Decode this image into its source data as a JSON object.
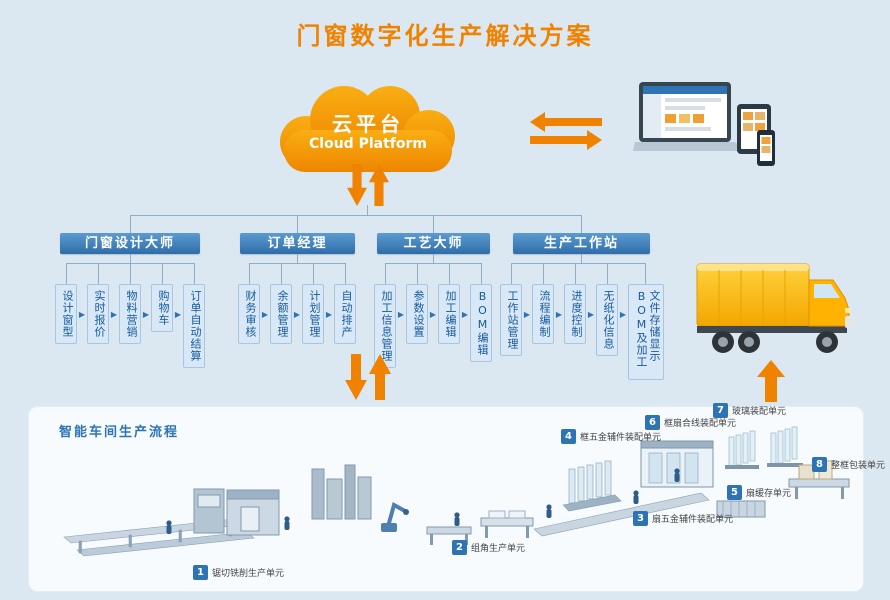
{
  "title": "门窗数字化生产解决方案",
  "cloud": {
    "title": "云平台",
    "subtitle": "Cloud Platform"
  },
  "icons": {
    "flow_arrow": "▶"
  },
  "colors": {
    "accent_orange": "#f08200",
    "brand_blue": "#2e74b5",
    "box_blue": "#d9e8f6"
  },
  "tree": {
    "columns": [
      {
        "header": "门窗设计大师",
        "items": [
          "设计窗型",
          "实时报价",
          "物料营销",
          "购物车",
          "订单自动结算"
        ]
      },
      {
        "header": "订单经理",
        "items": [
          "财务审核",
          "余额管理",
          "计划管理",
          "自动排产"
        ]
      },
      {
        "header": "工艺大师",
        "items": [
          "加工信息管理",
          "参数设置",
          "加工编辑",
          "BOM编辑"
        ]
      },
      {
        "header": "生产工作站",
        "items": [
          "工作站管理",
          "流程编制",
          "进度控制",
          "无纸化信息",
          "文件存储显示BOM及加工"
        ]
      }
    ]
  },
  "workshop": {
    "label": "智能车间生产流程",
    "units": [
      {
        "num": "1",
        "label": "锯切铣削生产单元"
      },
      {
        "num": "2",
        "label": "组角生产单元"
      },
      {
        "num": "3",
        "label": "扇五金辅件装配单元"
      },
      {
        "num": "4",
        "label": "框五金辅件装配单元"
      },
      {
        "num": "5",
        "label": "扇缓存单元"
      },
      {
        "num": "6",
        "label": "框扇合线装配单元"
      },
      {
        "num": "7",
        "label": "玻璃装配单元"
      },
      {
        "num": "8",
        "label": "整框包装单元"
      }
    ]
  }
}
